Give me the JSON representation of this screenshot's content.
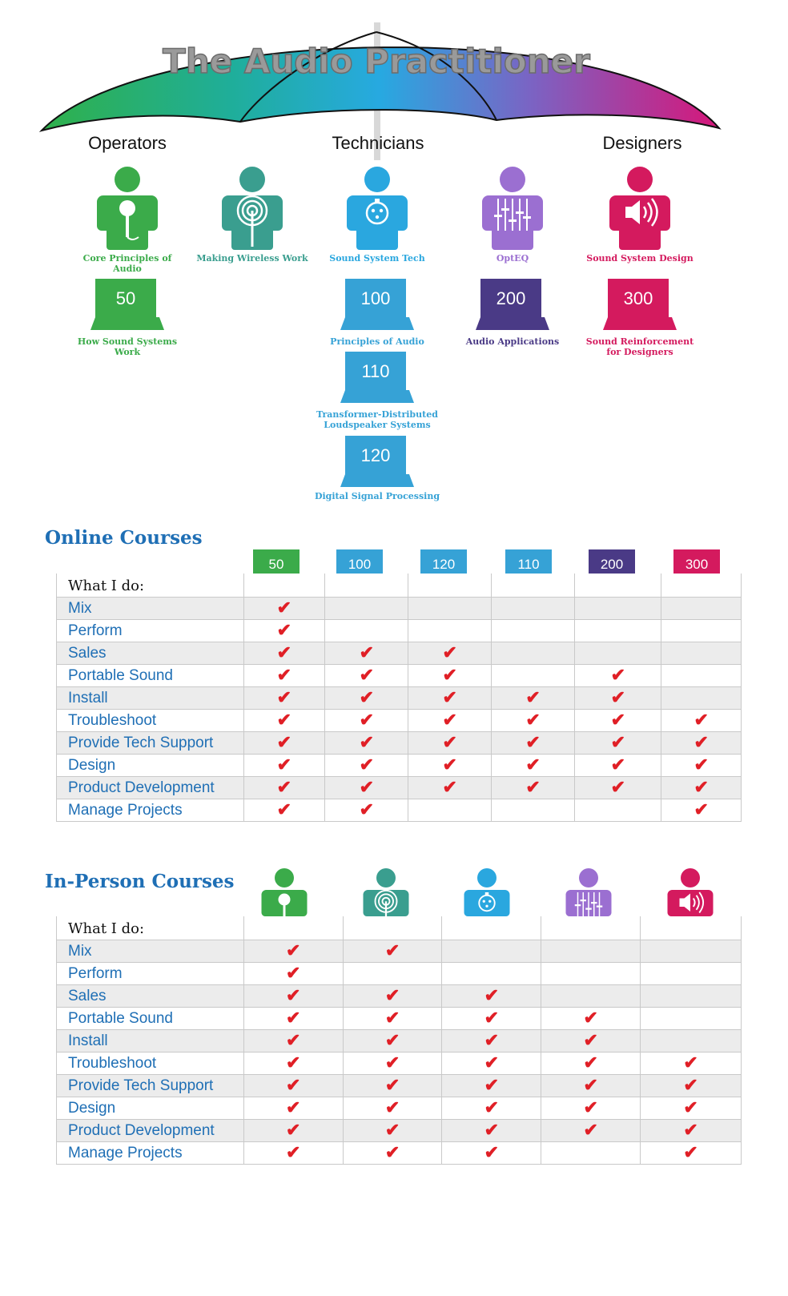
{
  "header": {
    "title": "The Audio Practitioner",
    "columns": [
      "Operators",
      "Technicians",
      "Designers"
    ]
  },
  "colors": {
    "green": "#3bab4a",
    "teal": "#3a9e8f",
    "blue": "#2aa7df",
    "purple": "#9b6fd1",
    "magenta": "#d41a5e",
    "dark_purple": "#4a3a86",
    "table_label": "#1f6fb5",
    "check": "#e01f26"
  },
  "tracks": [
    {
      "icon": "microphone-icon",
      "color": "#3bab4a",
      "caption": "Core Principles of Audio"
    },
    {
      "icon": "wireless-icon",
      "color": "#3a9e8f",
      "caption": "Making Wireless Work"
    },
    {
      "icon": "xlr-connector-icon",
      "color": "#2aa7df",
      "caption": "Sound System Tech"
    },
    {
      "icon": "equalizer-sliders-icon",
      "color": "#9b6fd1",
      "caption": "OptEQ"
    },
    {
      "icon": "speaker-icon",
      "color": "#d41a5e",
      "caption": "Sound System Design"
    }
  ],
  "courses": [
    {
      "number": "50",
      "name": "How Sound Systems Work",
      "color": "#3bab4a"
    },
    {
      "number": "100",
      "name": "Principles of Audio",
      "color": "#36a2d6"
    },
    {
      "number": "110",
      "name": "Transformer-Distributed Loudspeaker Systems",
      "color": "#36a2d6"
    },
    {
      "number": "120",
      "name": "Digital Signal Processing",
      "color": "#36a2d6"
    },
    {
      "number": "200",
      "name": "Audio Applications",
      "color": "#4a3a86"
    },
    {
      "number": "300",
      "name": "Sound Reinforcement for Designers",
      "color": "#d41a5e"
    }
  ],
  "online": {
    "title": "Online Courses",
    "header_label": "What I do:",
    "columns": [
      {
        "number": "50",
        "color": "#3bab4a"
      },
      {
        "number": "100",
        "color": "#36a2d6"
      },
      {
        "number": "120",
        "color": "#36a2d6"
      },
      {
        "number": "110",
        "color": "#36a2d6"
      },
      {
        "number": "200",
        "color": "#4a3a86"
      },
      {
        "number": "300",
        "color": "#d41a5e"
      }
    ],
    "rows": [
      {
        "label": "Mix",
        "checks": [
          1,
          0,
          0,
          0,
          0,
          0
        ]
      },
      {
        "label": "Perform",
        "checks": [
          1,
          0,
          0,
          0,
          0,
          0
        ]
      },
      {
        "label": "Sales",
        "checks": [
          1,
          1,
          1,
          0,
          0,
          0
        ]
      },
      {
        "label": "Portable Sound",
        "checks": [
          1,
          1,
          1,
          0,
          1,
          0
        ]
      },
      {
        "label": "Install",
        "checks": [
          1,
          1,
          1,
          1,
          1,
          0
        ]
      },
      {
        "label": "Troubleshoot",
        "checks": [
          1,
          1,
          1,
          1,
          1,
          1
        ]
      },
      {
        "label": "Provide Tech Support",
        "checks": [
          1,
          1,
          1,
          1,
          1,
          1
        ]
      },
      {
        "label": "Design",
        "checks": [
          1,
          1,
          1,
          1,
          1,
          1
        ]
      },
      {
        "label": "Product Development",
        "checks": [
          1,
          1,
          1,
          1,
          1,
          1
        ]
      },
      {
        "label": "Manage Projects",
        "checks": [
          1,
          1,
          0,
          0,
          0,
          1
        ]
      }
    ]
  },
  "inperson": {
    "title": "In-Person Courses",
    "header_label": "What I do:",
    "columns": [
      {
        "icon": "microphone-icon",
        "color": "#3bab4a"
      },
      {
        "icon": "wireless-icon",
        "color": "#3a9e8f"
      },
      {
        "icon": "xlr-connector-icon",
        "color": "#2aa7df"
      },
      {
        "icon": "equalizer-sliders-icon",
        "color": "#9b6fd1"
      },
      {
        "icon": "speaker-icon",
        "color": "#d41a5e"
      }
    ],
    "rows": [
      {
        "label": "Mix",
        "checks": [
          1,
          1,
          0,
          0,
          0
        ]
      },
      {
        "label": "Perform",
        "checks": [
          1,
          0,
          0,
          0,
          0
        ]
      },
      {
        "label": "Sales",
        "checks": [
          1,
          1,
          1,
          0,
          0
        ]
      },
      {
        "label": "Portable Sound",
        "checks": [
          1,
          1,
          1,
          1,
          0
        ]
      },
      {
        "label": "Install",
        "checks": [
          1,
          1,
          1,
          1,
          0
        ]
      },
      {
        "label": "Troubleshoot",
        "checks": [
          1,
          1,
          1,
          1,
          1
        ]
      },
      {
        "label": "Provide Tech Support",
        "checks": [
          1,
          1,
          1,
          1,
          1
        ]
      },
      {
        "label": "Design",
        "checks": [
          1,
          1,
          1,
          1,
          1
        ]
      },
      {
        "label": "Product Development",
        "checks": [
          1,
          1,
          1,
          1,
          1
        ]
      },
      {
        "label": "Manage Projects",
        "checks": [
          1,
          1,
          1,
          0,
          1
        ]
      }
    ]
  }
}
